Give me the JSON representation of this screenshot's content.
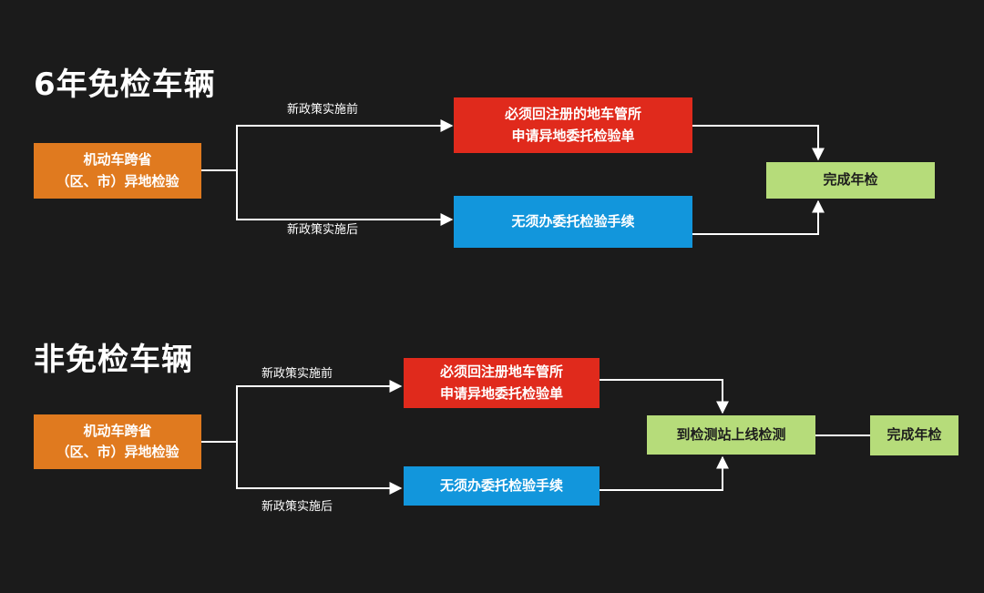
{
  "section1": {
    "title": "6年免检车辆",
    "start": {
      "line1": "机动车跨省",
      "line2": "（区、市）异地检验"
    },
    "before_label": "新政策实施前",
    "after_label": "新政策实施后",
    "before_box": {
      "line1": "必须回注册的地车管所",
      "line2": "申请异地委托检验单"
    },
    "after_box": {
      "line1": "无须办委托检验手续"
    },
    "end": "完成年检"
  },
  "section2": {
    "title": "非免检车辆",
    "start": {
      "line1": "机动车跨省",
      "line2": "（区、市）异地检验"
    },
    "before_label": "新政策实施前",
    "after_label": "新政策实施后",
    "before_box": {
      "line1": "必须回注册地车管所",
      "line2": "申请异地委托检验单"
    },
    "after_box": {
      "line1": "无须办委托检验手续"
    },
    "middle": "到检测站上线检测",
    "end": "完成年检"
  },
  "colors": {
    "background": "#1b1b1b",
    "orange": "#e07a1f",
    "red": "#e02a1c",
    "blue": "#1296dc",
    "green": "#b6dc7a",
    "line": "#ffffff"
  }
}
